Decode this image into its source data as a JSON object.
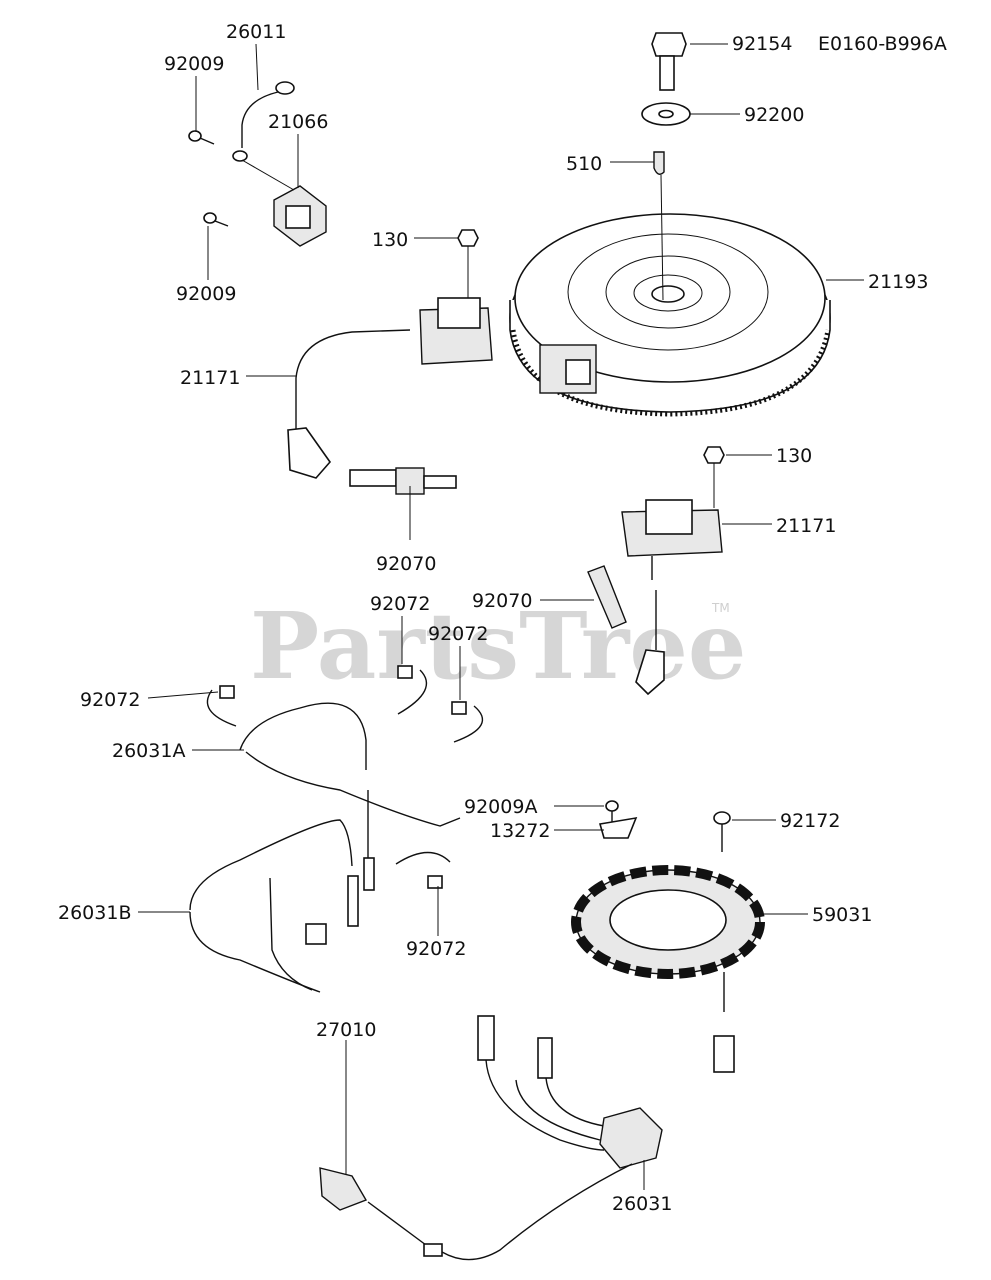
{
  "diagram_id": "E0160-B996A",
  "watermark": {
    "text": "PartsTree",
    "tm": "TM"
  },
  "callouts": [
    "26011",
    "92009",
    "21066",
    "92009",
    "92154",
    "92200",
    "510",
    "21193",
    "130",
    "21171",
    "92070",
    "130",
    "21171",
    "92072",
    "92072",
    "92070",
    "92072",
    "26031A",
    "92009A",
    "13272",
    "92172",
    "59031",
    "26031B",
    "92072",
    "27010",
    "26031"
  ]
}
